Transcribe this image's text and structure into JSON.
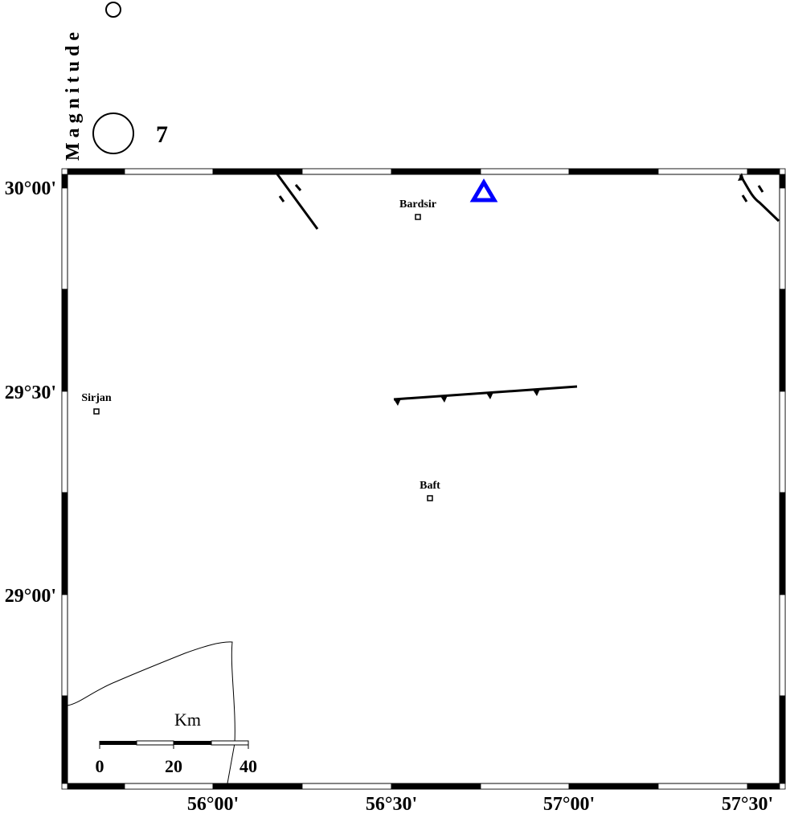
{
  "legend": {
    "title": "Magnitude",
    "entries": [
      {
        "label": ""
      },
      {
        "label": "7"
      }
    ]
  },
  "axes": {
    "lon_labels": [
      "56°00'",
      "56°30'",
      "57°00'",
      "57°30'"
    ],
    "lat_labels": [
      "30°00'",
      "29°30'",
      "29°00'"
    ]
  },
  "cities": [
    {
      "name": "Bardsir"
    },
    {
      "name": "Sirjan"
    },
    {
      "name": "Baft"
    }
  ],
  "station": {
    "color": "#0000ff"
  },
  "scale_bar": {
    "unit": "Km",
    "ticks": [
      "0",
      "20",
      "40"
    ]
  }
}
